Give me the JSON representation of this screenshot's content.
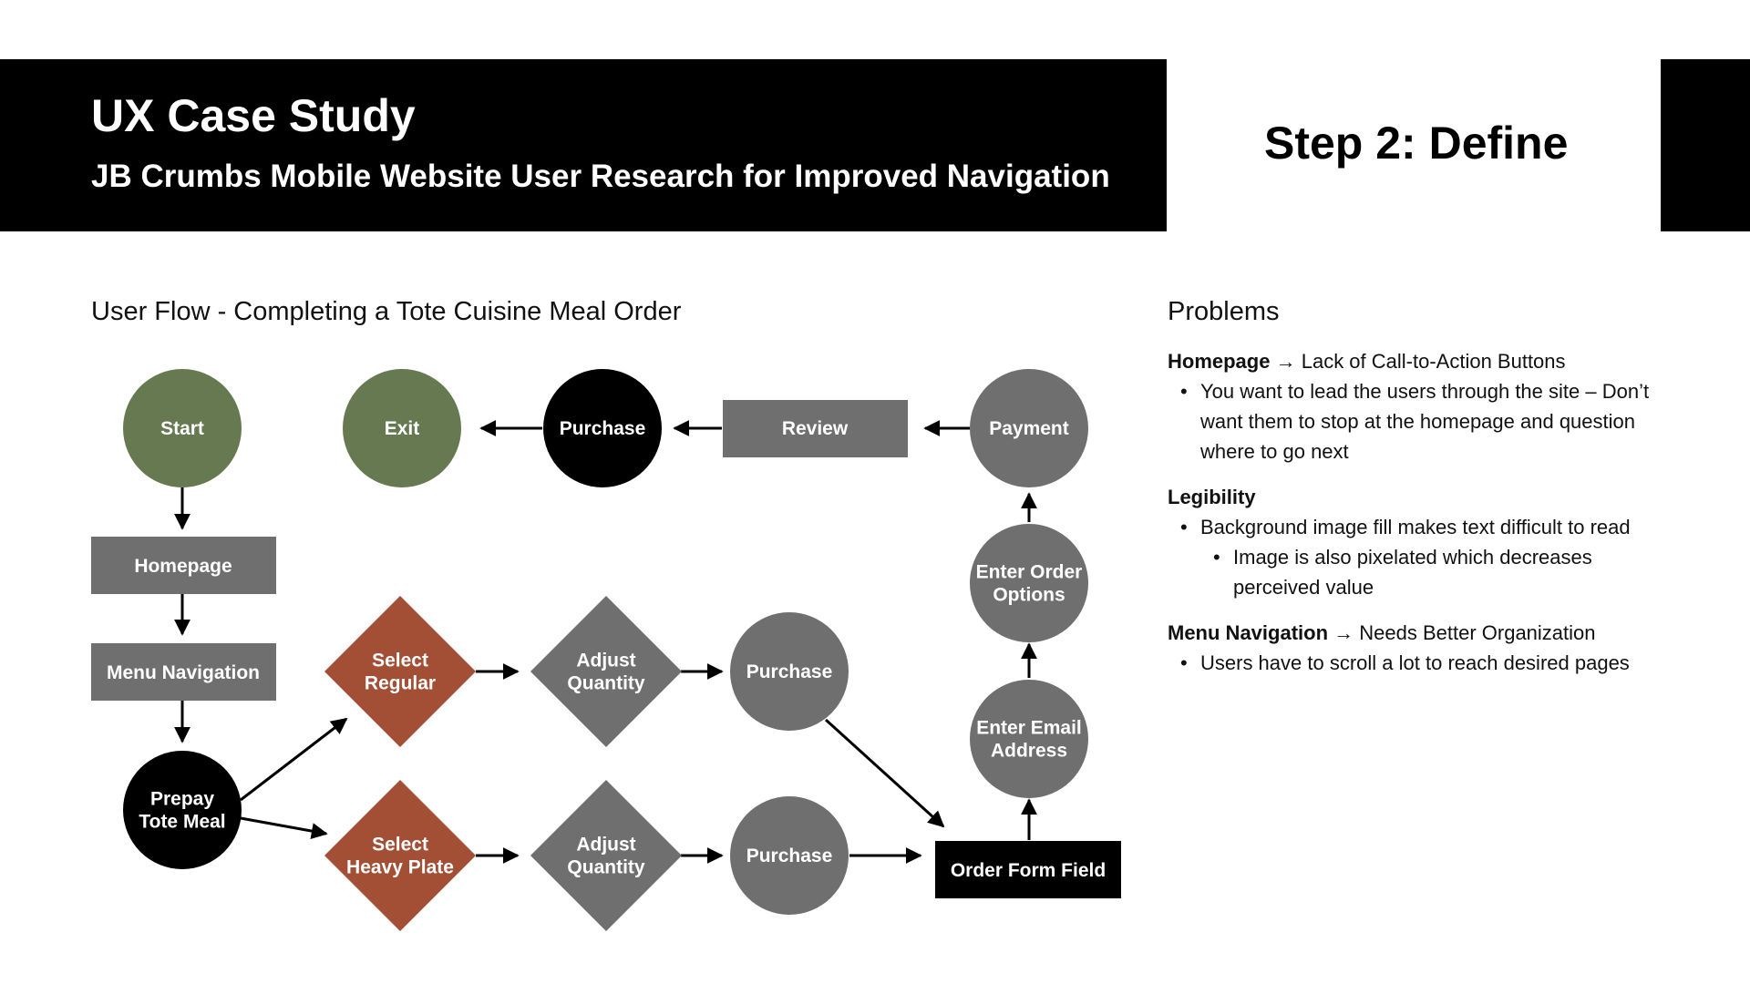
{
  "header": {
    "title": "UX Case Study",
    "subtitle": "JB Crumbs Mobile Website User Research for Improved Navigation",
    "step": "Step 2: Define"
  },
  "flow": {
    "title": "User Flow - Completing a Tote Cuisine Meal Order",
    "colors": {
      "green": "#667950",
      "black": "#000000",
      "gray": "#6f6f6f",
      "rust": "#a24f35"
    },
    "nodes": {
      "start": [
        "Start"
      ],
      "exit": [
        "Exit"
      ],
      "purchase_top": [
        "Purchase"
      ],
      "review": [
        "Review"
      ],
      "payment": [
        "Payment"
      ],
      "homepage": [
        "Homepage"
      ],
      "menu_navigation": [
        "Menu Navigation"
      ],
      "prepay": [
        "Prepay",
        "Tote Meal"
      ],
      "select_regular": [
        "Select",
        "Regular"
      ],
      "select_heavy": [
        "Select",
        "Heavy Plate"
      ],
      "adjust_1": [
        "Adjust",
        "Quantity"
      ],
      "adjust_2": [
        "Adjust",
        "Quantity"
      ],
      "purchase_mid": [
        "Purchase"
      ],
      "purchase_bottom": [
        "Purchase"
      ],
      "enter_order_options": [
        "Enter Order",
        "Options"
      ],
      "enter_email": [
        "Enter Email",
        "Address"
      ],
      "order_form": [
        "Order Form Field"
      ]
    }
  },
  "problems": {
    "title": "Problems",
    "groups": [
      {
        "heading": "Homepage",
        "detail": "Lack of Call-to-Action Buttons",
        "items": [
          {
            "text": "You want to lead the users through the site – Don’t want them to stop at the homepage and question where to go next",
            "level": 1
          }
        ]
      },
      {
        "heading": "Legibility",
        "detail": "",
        "items": [
          {
            "text": "Background image fill makes text difficult to read",
            "level": 1
          },
          {
            "text": "Image is also pixelated which decreases perceived value",
            "level": 2
          }
        ]
      },
      {
        "heading": "Menu Navigation",
        "detail": "Needs Better Organization",
        "items": [
          {
            "text": "Users have to scroll a lot to reach desired pages",
            "level": 1
          }
        ]
      }
    ]
  }
}
